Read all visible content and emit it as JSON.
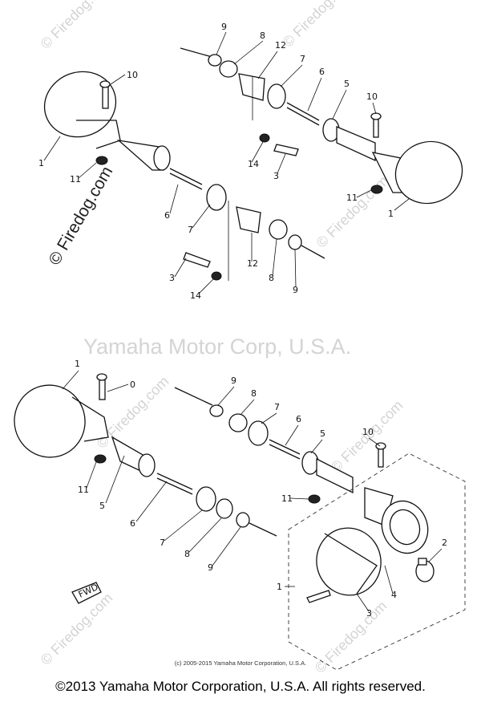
{
  "watermarks": {
    "site": "© Firedog.com",
    "corp": "Yamaha Motor Corp, U.S.A."
  },
  "footer": {
    "small": "(c) 2005-2015 Yamaha Motor Corporation, U.S.A.",
    "main": "©2013 Yamaha Motor Corporation, U.S.A. All rights reserved."
  },
  "top_labels": {
    "l1a": "1",
    "l1b": "1",
    "l3a": "3",
    "l3b": "3",
    "l5": "5",
    "l6a": "6",
    "l6b": "6",
    "l7a": "7",
    "l7b": "7",
    "l8a": "8",
    "l8b": "8",
    "l9a": "9",
    "l9b": "9",
    "l10a": "10",
    "l10b": "10",
    "l11a": "11",
    "l11b": "11",
    "l12a": "12",
    "l12b": "12",
    "l14a": "14",
    "l14b": "14"
  },
  "bottom_labels": {
    "l1a": "1",
    "l1b": "1",
    "l2": "2",
    "l3": "3",
    "l4": "4",
    "l5a": "5",
    "l5b": "5",
    "l6a": "6",
    "l6b": "6",
    "l7a": "7",
    "l7b": "7",
    "l8a": "8",
    "l8b": "8",
    "l9a": "9",
    "l9b": "9",
    "l10a": "0",
    "l10b": "10",
    "l11a": "11",
    "l11b": "11",
    "fwd": "FWD"
  }
}
